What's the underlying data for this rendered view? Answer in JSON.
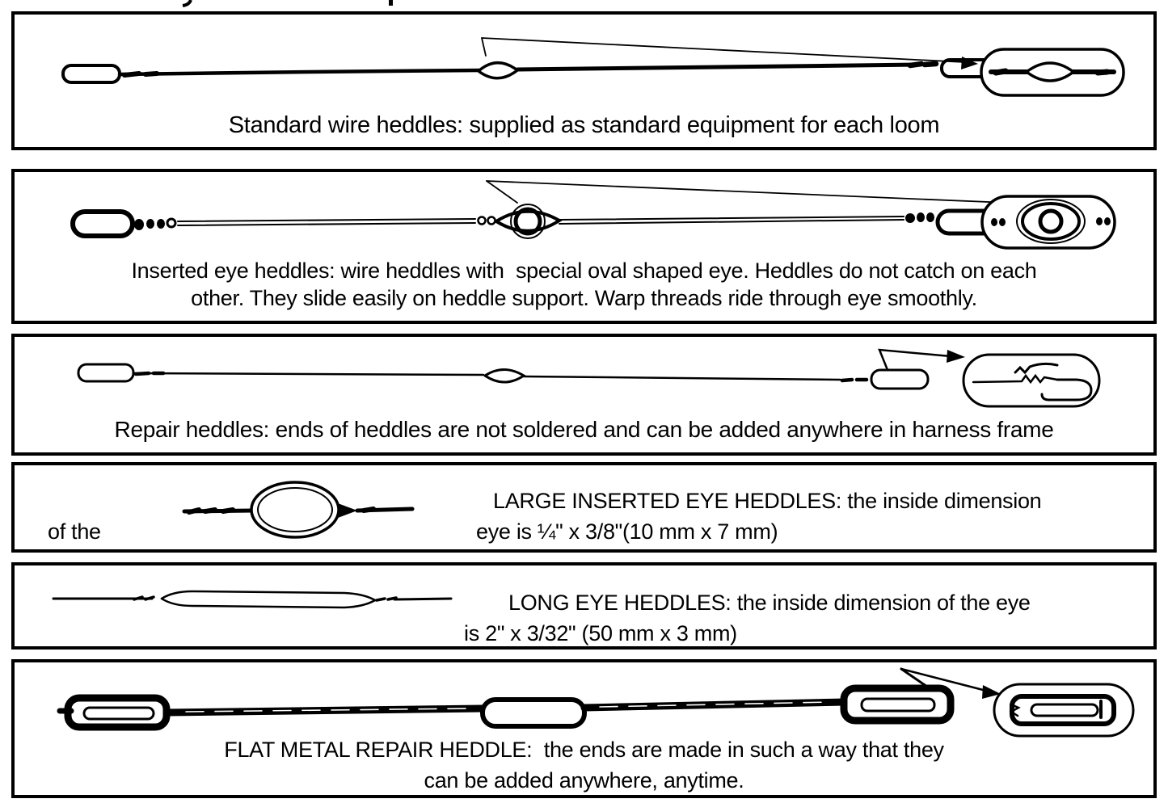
{
  "page": {
    "background": "#ffffff",
    "ink": "#000000",
    "description_note": "black-and-white scanned diagram of heddle types"
  },
  "panels": [
    {
      "name": "standard-wire-heddles",
      "caption": "Standard wire heddles: supplied as standard equipment for each loom"
    },
    {
      "name": "inserted-eye-heddles",
      "caption_line1": "Inserted eye heddles: wire heddles with  special oval shaped eye. Heddles do not catch on each",
      "caption_line2": "other. They slide easily on heddle support. Warp threads ride through eye smoothly."
    },
    {
      "name": "repair-heddles",
      "caption": "Repair heddles: ends of heddles are not soldered and can be added anywhere in harness frame"
    },
    {
      "name": "large-inserted-eye-heddles",
      "caption_line1": "LARGE INSERTED EYE HEDDLES: the inside dimension",
      "caption_wrap_left": "of the",
      "caption_line2": "eye is ¼\" x 3/8\"(10 mm x 7 mm)"
    },
    {
      "name": "long-eye-heddles",
      "caption_line1": "LONG EYE HEDDLES: the inside dimension of the eye",
      "caption_line2": "is 2\" x 3/32\" (50 mm x 3 mm)"
    },
    {
      "name": "flat-metal-repair-heddle",
      "caption_line1": "FLAT METAL REPAIR HEDDLE:  the ends are made in such a way that they",
      "caption_line2": "can be added anywhere, anytime."
    }
  ]
}
